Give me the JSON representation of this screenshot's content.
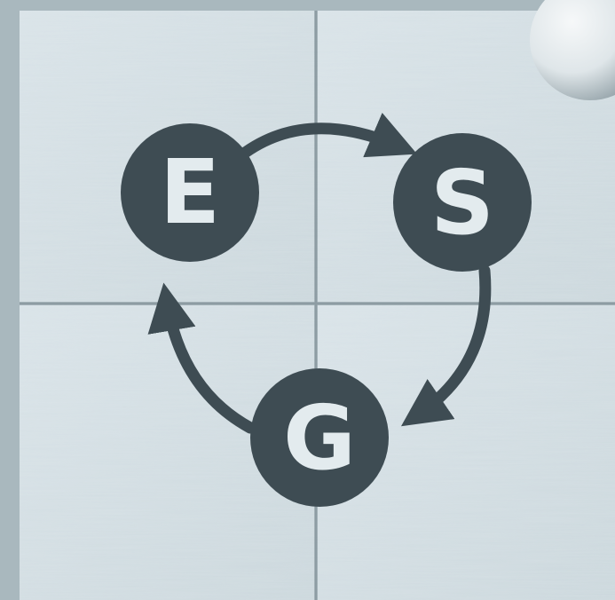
{
  "letters": {
    "e": "E",
    "s": "S",
    "g": "G"
  },
  "colors": {
    "background": "#b9c6cb",
    "block_face": "#d5e0e5",
    "block_shadow": "#aab8be",
    "seam": "#8c9ba2",
    "icon": "#3e4c53",
    "letter": "#e3ebee",
    "ball": "#e8eef0"
  }
}
